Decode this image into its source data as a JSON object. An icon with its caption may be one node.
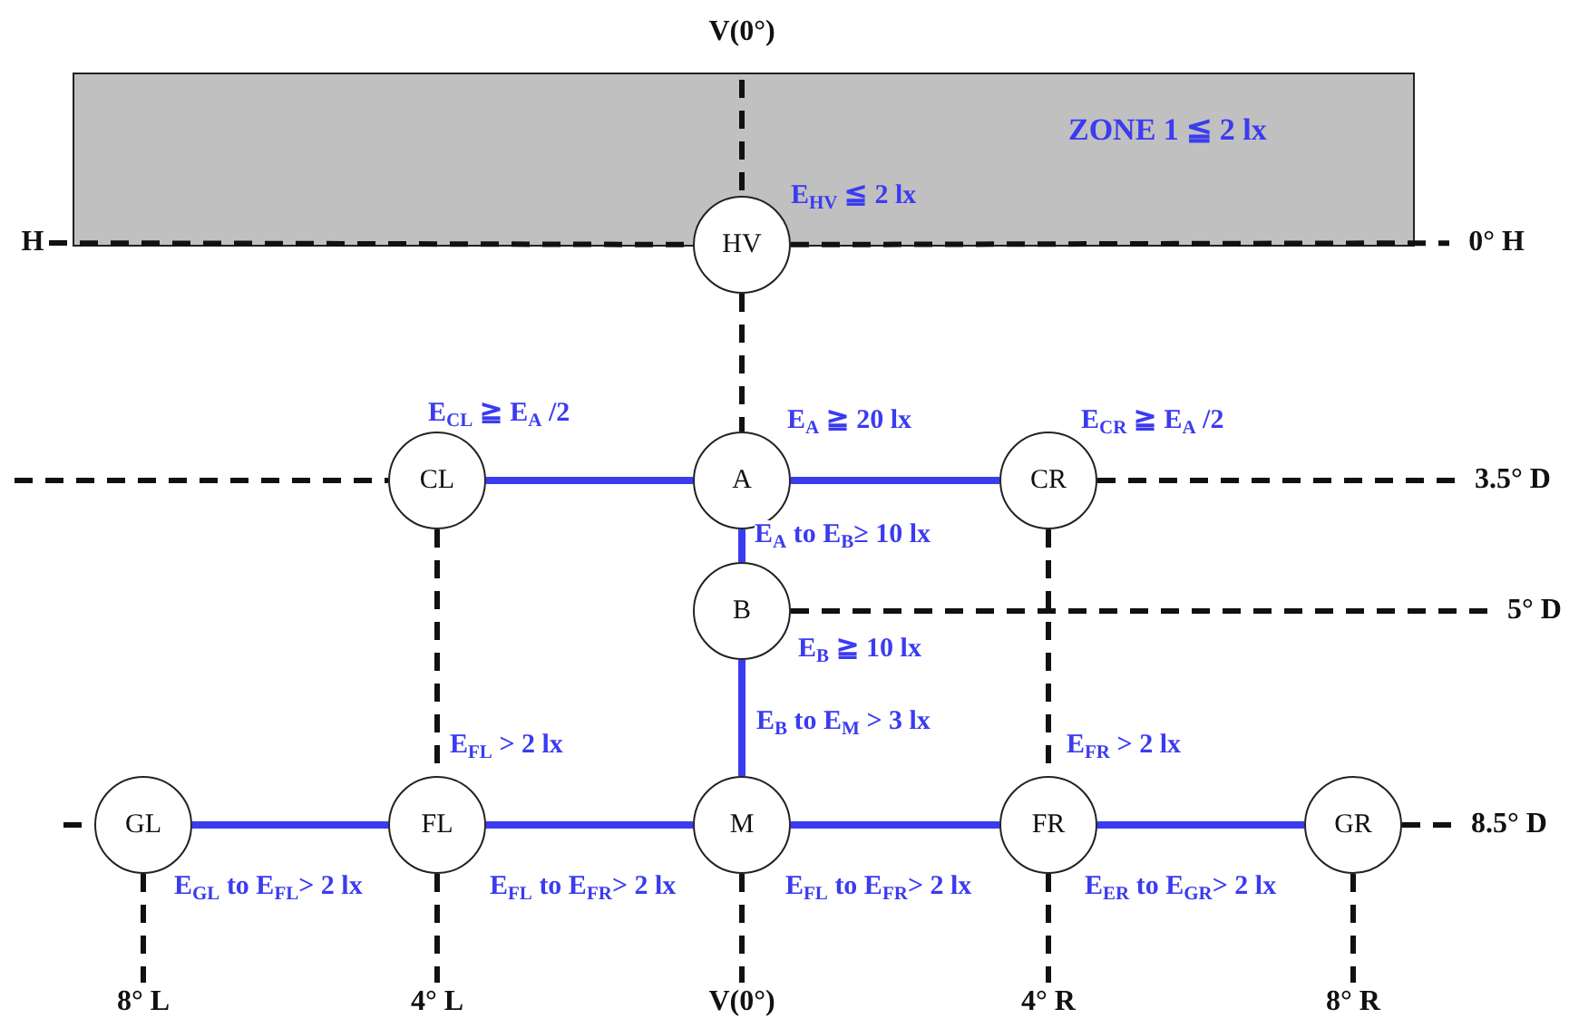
{
  "diagram": {
    "nodes": [
      {
        "text": [
          "ZONE 1 ≦  2 lx"
        ]
      },
      {
        "text": [
          "HV"
        ],
        "beside": [
          "E$_{HV}$ ≦ 2 lx"
        ]
      },
      {
        "text": [
          "CL"
        ],
        "beside": [
          "E$_{CL}$ ≧ E$_{A}$ /2"
        ]
      },
      {
        "text": [
          "A"
        ],
        "beside": [
          "E$_{A}$ ≧ 20 lx"
        ]
      },
      {
        "text": [
          "CR"
        ],
        "beside": [
          "E$_{CR}$ ≧ E$_{A}$ /2"
        ]
      },
      {
        "text": [
          "B"
        ],
        "beside": [
          "E$_{B}$ ≧ 10 lx"
        ]
      },
      {
        "text": [
          "GL"
        ]
      },
      {
        "text": [
          "FL"
        ],
        "beside": [
          "E$_{FL}$ > 2 lx"
        ]
      },
      {
        "text": [
          "M"
        ]
      },
      {
        "text": [
          "FR"
        ],
        "beside": [
          "E$_{FR}$ > 2 lx"
        ]
      },
      {
        "text": [
          "GR"
        ]
      },
      {
        "text": [
          "H"
        ]
      },
      {
        "text": [
          "0° H"
        ]
      },
      {
        "text": [
          "3.5° D"
        ]
      },
      {
        "text": [
          "5° D"
        ]
      },
      {
        "text": [
          "8.5° D"
        ]
      },
      {
        "text": [
          "8° L"
        ]
      },
      {
        "text": [
          "4° L"
        ]
      },
      {
        "text": [
          "V(0°)"
        ]
      },
      {
        "text": [
          "4° R"
        ]
      },
      {
        "text": [
          "8° R"
        ]
      }
    ],
    "edges": [
      {
        "from": 2,
        "to": 3,
        "arrow": "none",
        "color": "#3b3bf0"
      },
      {
        "from": 3,
        "to": 4,
        "arrow": "none",
        "color": "#3b3bf0"
      },
      {
        "from": 3,
        "to": 5,
        "arrow": "none",
        "color": "#3b3bf0",
        "label": "E$_{A}$ to E$_{B}$≥ 10 lx"
      },
      {
        "from": 5,
        "to": 8,
        "arrow": "none",
        "color": "#3b3bf0",
        "label": "E$_{B}$ to E$_{M}$ > 3 lx"
      },
      {
        "from": 6,
        "to": 7,
        "arrow": "none",
        "color": "#3b3bf0",
        "label": "E$_{GL}$ to E$_{FL}$> 2 lx"
      },
      {
        "from": 7,
        "to": 8,
        "arrow": "none",
        "color": "#3b3bf0",
        "label": "E$_{FL}$ to E$_{FR}$> 2 lx"
      },
      {
        "from": 8,
        "to": 9,
        "arrow": "none",
        "color": "#3b3bf0",
        "label": "E$_{FL}$ to E$_{FR}$> 2 lx"
      },
      {
        "from": 9,
        "to": 10,
        "arrow": "none",
        "color": "#3b3bf0",
        "label": "E$_{ER}$ to E$_{GR}$> 2 lx"
      },
      {
        "from": 1,
        "to": 3,
        "arrow": "none",
        "style": "dashed"
      },
      {
        "from": 2,
        "to": 7,
        "arrow": "none",
        "style": "dashed"
      },
      {
        "from": 4,
        "to": 9,
        "arrow": "none",
        "style": "dashed"
      },
      {
        "from": 11,
        "to": 1,
        "arrow": "none",
        "style": "dashed"
      },
      {
        "from": 1,
        "to": 12,
        "arrow": "none",
        "style": "dashed"
      },
      {
        "from": 4,
        "to": 13,
        "arrow": "none",
        "style": "dashed"
      },
      {
        "from": 5,
        "to": 14,
        "arrow": "none",
        "style": "dashed"
      },
      {
        "from": 10,
        "to": 15,
        "arrow": "none",
        "style": "dashed"
      },
      {
        "from": 6,
        "to": 16,
        "arrow": "none",
        "style": "dashed"
      },
      {
        "from": 7,
        "to": 17,
        "arrow": "none",
        "style": "dashed"
      },
      {
        "from": 8,
        "to": 18,
        "arrow": "none",
        "style": "dashed"
      },
      {
        "from": 9,
        "to": 19,
        "arrow": "none",
        "style": "dashed"
      },
      {
        "from": 10,
        "to": 20,
        "arrow": "none",
        "style": "dashed"
      }
    ],
    "labels": [
      "V(0°)"
    ]
  }
}
